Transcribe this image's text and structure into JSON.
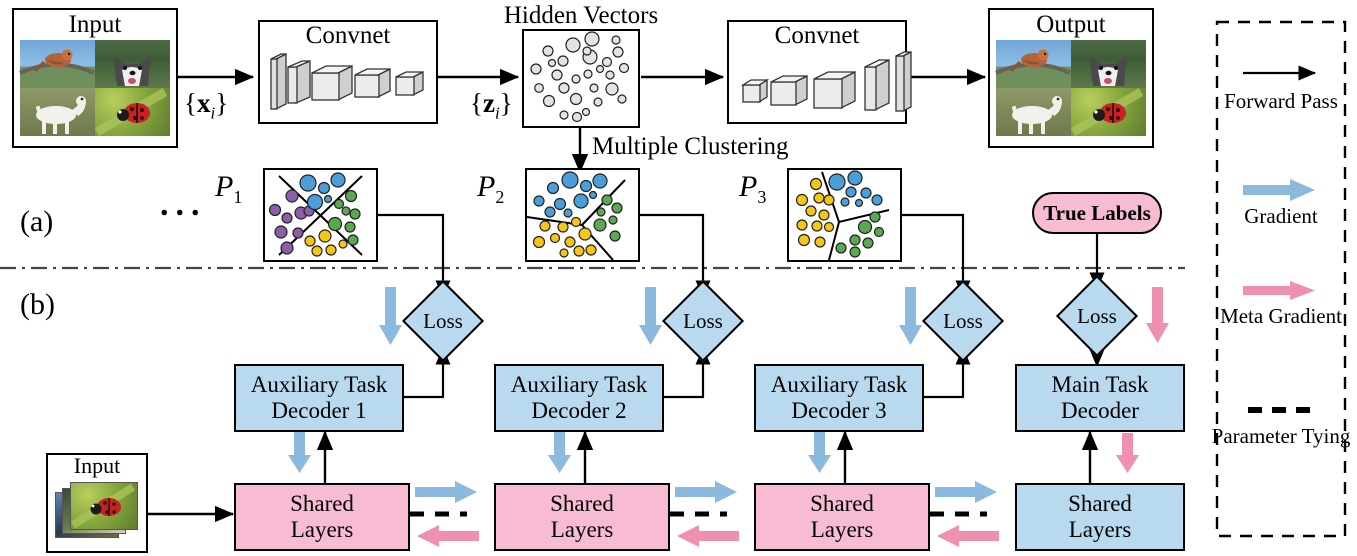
{
  "figure": {
    "row_labels": {
      "a": "(a)",
      "b": "(b)"
    },
    "ellipsis": "...",
    "multiple_clustering": "Multiple Clustering"
  },
  "top_row": {
    "input_box": {
      "title": "Input",
      "symbol": "{x_i}",
      "symbol_base": "x",
      "symbol_sub": "i"
    },
    "convnet_encoder": {
      "title": "Convnet"
    },
    "hidden_vectors": {
      "title": "Hidden Vectors",
      "symbol_base": "z",
      "symbol_sub": "i"
    },
    "convnet_decoder": {
      "title": "Convnet"
    },
    "output_box": {
      "title": "Output"
    }
  },
  "partitions": [
    {
      "name": "P1",
      "base": "P",
      "sub": "1"
    },
    {
      "name": "P2",
      "base": "P",
      "sub": "2"
    },
    {
      "name": "P3",
      "base": "P",
      "sub": "3"
    }
  ],
  "true_labels": {
    "label": "True Labels"
  },
  "losses": [
    {
      "label": "Loss"
    },
    {
      "label": "Loss"
    },
    {
      "label": "Loss"
    },
    {
      "label": "Loss"
    }
  ],
  "decoders": [
    {
      "line1": "Auxiliary Task",
      "line2": "Decoder 1"
    },
    {
      "line1": "Auxiliary Task",
      "line2": "Decoder 2"
    },
    {
      "line1": "Auxiliary Task",
      "line2": "Decoder 3"
    },
    {
      "line1": "Main Task",
      "line2": "Decoder"
    }
  ],
  "shared_layers": [
    {
      "line1": "Shared",
      "line2": "Layers",
      "color": "#f7bcd4"
    },
    {
      "line1": "Shared",
      "line2": "Layers",
      "color": "#f7bcd4"
    },
    {
      "line1": "Shared",
      "line2": "Layers",
      "color": "#f7bcd4"
    },
    {
      "line1": "Shared",
      "line2": "Layers",
      "color": "#b9d9ee"
    }
  ],
  "bottom_input": {
    "title": "Input"
  },
  "legend": {
    "items": [
      {
        "icon": "black-arrow-icon",
        "label": "Forward Pass",
        "color": "#000000"
      },
      {
        "icon": "blue-arrow-icon",
        "label": "Gradient",
        "color": "#8cb9de"
      },
      {
        "icon": "pink-arrow-icon",
        "label": "Meta Gradient",
        "color": "#f090b0"
      },
      {
        "icon": "dashed-line-icon",
        "label": "Parameter Tying",
        "color": "#000000"
      }
    ]
  },
  "colors": {
    "blue_fill": "#b9d9ee",
    "pink_fill": "#f7bcd4",
    "gradient_blue": "#8cb9de",
    "meta_pink": "#f090b0",
    "cluster_blue": "#4a9fd8",
    "cluster_green": "#5aa84f",
    "cluster_yellow": "#f5c518",
    "cluster_purple": "#8a5fa8",
    "stroke": "#000000"
  }
}
